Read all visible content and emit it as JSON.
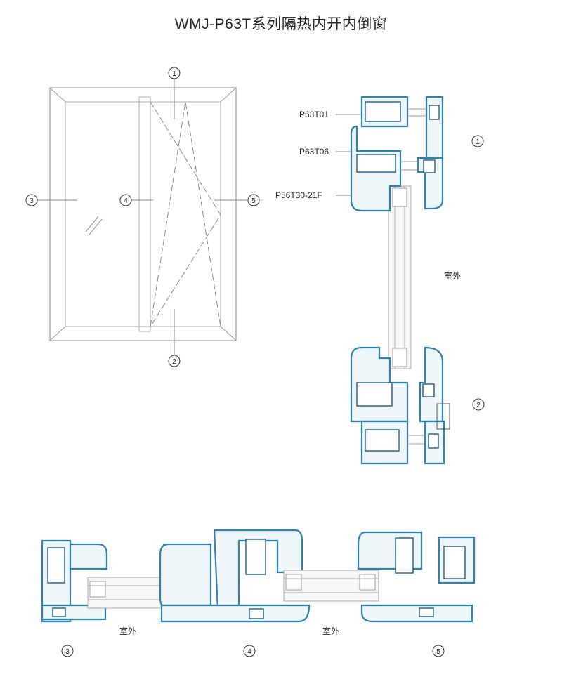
{
  "title": "WMJ-P63T系列隔热内开内倒窗",
  "elevation": {
    "markers": [
      "1",
      "2",
      "3",
      "4",
      "5"
    ]
  },
  "vertical_section": {
    "labels": [
      "P63T01",
      "P63T06",
      "P56T30-21F"
    ],
    "outside_label": "室外",
    "markers": [
      "1",
      "2"
    ]
  },
  "horizontal_section": {
    "outside_labels": [
      "室外",
      "室外"
    ],
    "markers": [
      "3",
      "4",
      "5"
    ]
  },
  "colors": {
    "profile": "#2f82ad",
    "fill": "#eef6fa"
  }
}
